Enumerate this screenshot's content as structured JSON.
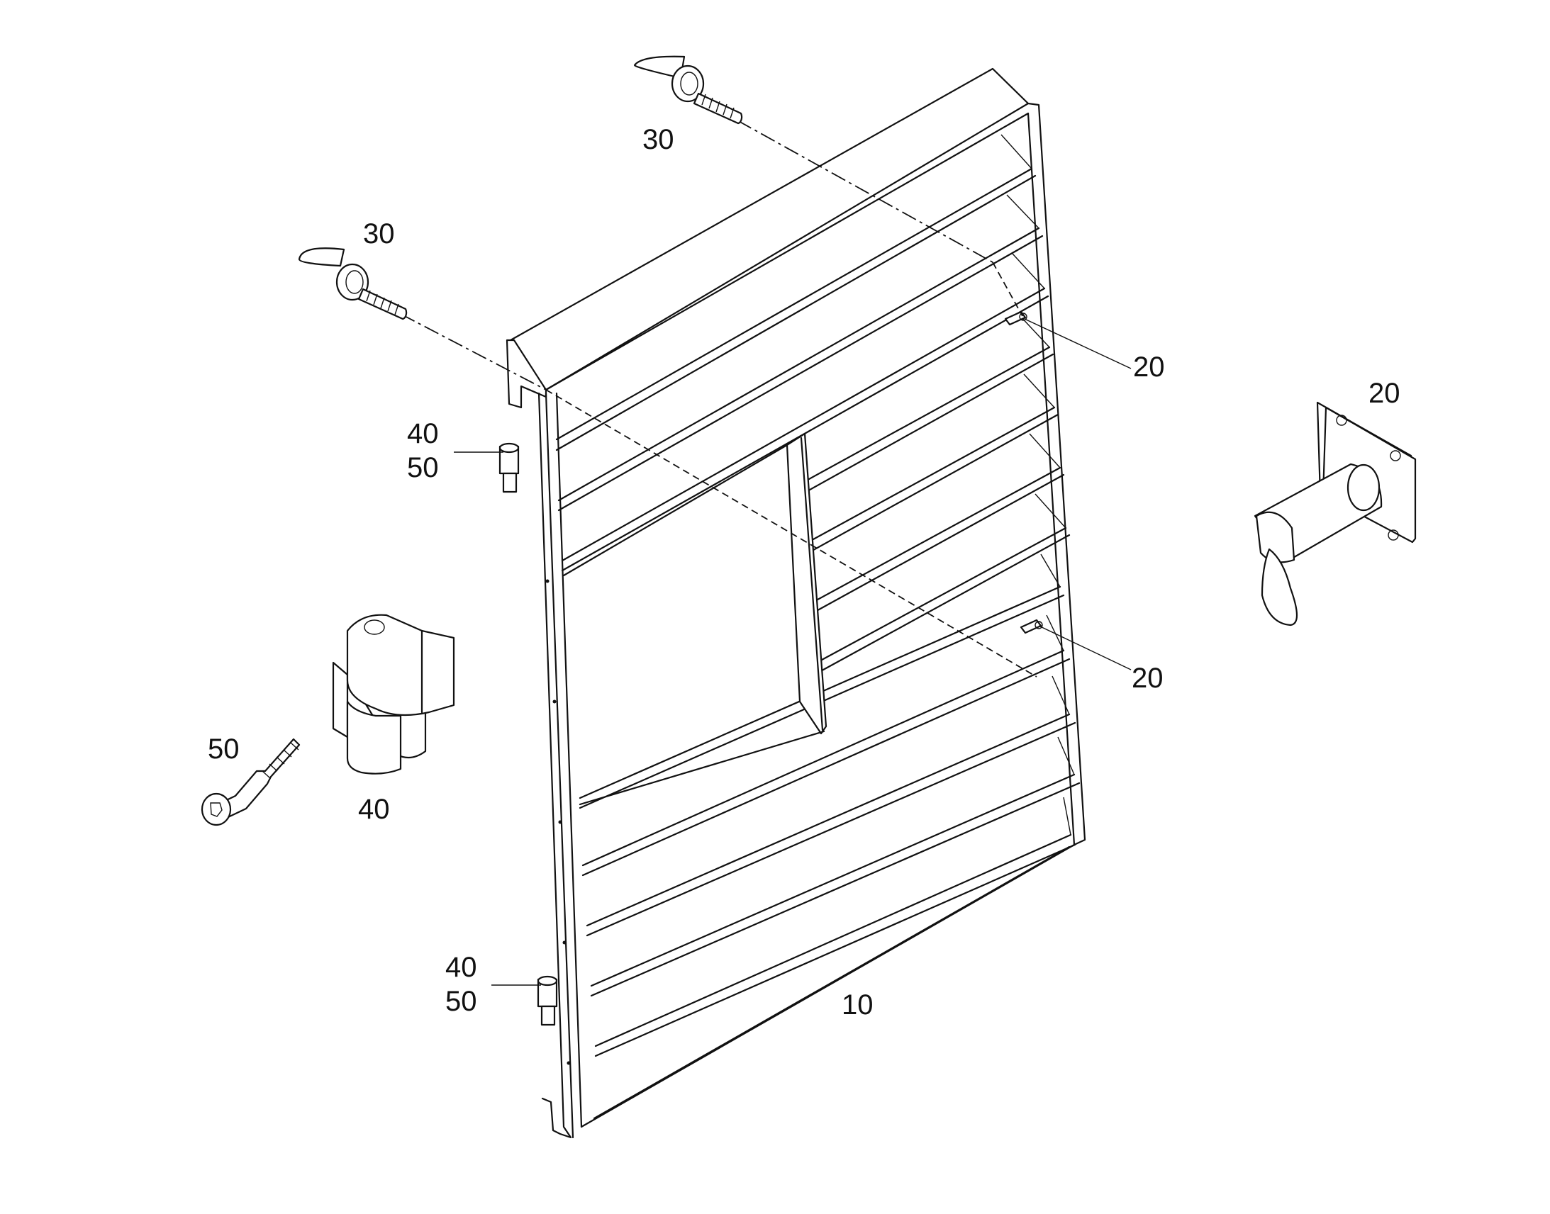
{
  "callouts": {
    "louvre_panel": "10",
    "latch_upper": "20",
    "latch_lower": "20",
    "latch_detail": "20",
    "pin_top": "30",
    "pin_left": "30",
    "hinge_upper_a": "40",
    "hinge_upper_b": "50",
    "hinge_lower_a": "40",
    "hinge_lower_b": "50",
    "hinge_detail": "40",
    "screw_detail": "50"
  }
}
